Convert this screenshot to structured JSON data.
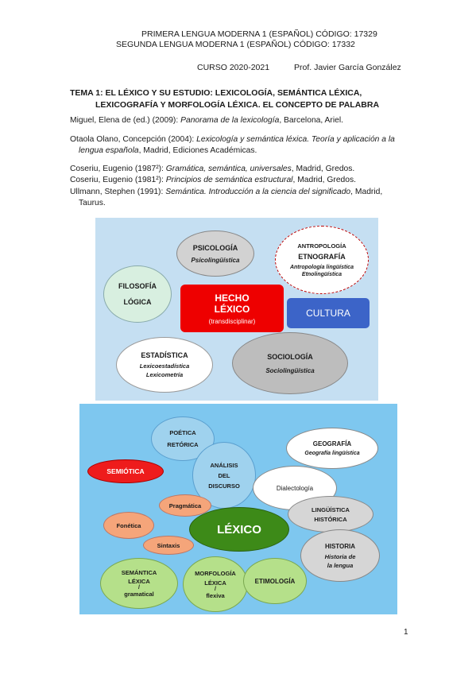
{
  "header": {
    "line1": "PRIMERA LENGUA MODERNA 1 (ESPAÑOL) CÓDIGO: 17329",
    "line2": "SEGUNDA LENGUA MODERNA 1 (ESPAÑOL) CÓDIGO: 17332",
    "course": "CURSO 2020-2021",
    "professor": "Prof. Javier García González"
  },
  "title": {
    "line1": "TEMA 1: EL LÉXICO Y SU ESTUDIO: LEXICOLOGÍA, SEMÁNTICA LÉXICA,",
    "line2": "LEXICOGRAFÍA Y MORFOLOGÍA LÉXICA. EL CONCEPTO DE PALABRA"
  },
  "references": [
    {
      "pre": "Miguel, Elena de (ed.) (2009): ",
      "ital": "Panorama de la lexicología",
      "post": ", Barcelona, Ariel."
    },
    {
      "pre": "Otaola Olano, Concepción (2004): ",
      "ital": "Lexicología y semántica léxica. Teoría y aplicación a la lengua española",
      "post": ", Madrid, Ediciones Académicas."
    },
    {
      "pre": "Coseriu, Eugenio (1987²): ",
      "ital": "Gramática, semántica, universales",
      "post": ", Madrid, Gredos."
    },
    {
      "pre": "Coseriu, Eugenio (1981²): ",
      "ital": "Principios de semántica estructural",
      "post": ", Madrid, Gredos."
    },
    {
      "pre": "Ullmann, Stephen (1991): ",
      "ital": "Semántica. Introducción a la ciencia del significado",
      "post": ", Madrid, Taurus."
    }
  ],
  "diagram1": {
    "background": "#c5dff2",
    "psicologia": {
      "title": "PSICOLOGÍA",
      "sub": "Psicolingüística"
    },
    "antropologia": {
      "title": "ANTROPOLOGÍA",
      "title2": "ETNOGRAFÍA",
      "sub1": "Antropología lingüística",
      "sub2": "Etnolingüística"
    },
    "filosofia": {
      "title": "FILOSOFÍA",
      "sub": "LÓGICA"
    },
    "hecho": {
      "line1": "HECHO",
      "line2": "LÉXICO",
      "line3": "(transdisciplinar)"
    },
    "cultura": {
      "label": "CULTURA"
    },
    "estadistica": {
      "title": "ESTADÍSTICA",
      "sub1": "Lexicoestadística",
      "sub2": "Lexicometría"
    },
    "sociologia": {
      "title": "SOCIOLOGÍA",
      "sub": "Sociolingüística"
    }
  },
  "diagram2": {
    "background": "#7ec7ef",
    "poetica": {
      "line1": "POÉTICA",
      "line2": "RETÓRICA"
    },
    "geografia": {
      "title": "GEOGRAFÍA",
      "sub": "Geografía lingüística"
    },
    "semiotica": {
      "label": "SEMIÓTICA"
    },
    "analisis": {
      "line1": "ANÁLISIS",
      "line2": "DEL",
      "line3": "DISCURSO"
    },
    "dialectologia": {
      "label": "Dialectología"
    },
    "pragmatica": {
      "label": "Pragmática"
    },
    "linguistica_historica": {
      "line1": "LINGÜÍSTICA",
      "line2": "HISTÓRICA"
    },
    "fonetica": {
      "label": "Fonética"
    },
    "lexico": {
      "label": "LÉXICO"
    },
    "sintaxis": {
      "label": "Sintaxis"
    },
    "historia": {
      "title": "HISTORIA",
      "sub1": "Historia de",
      "sub2": "la lengua"
    },
    "semantica": {
      "line1": "SEMÁNTICA",
      "line2": "LÉXICA",
      "line3": "/",
      "line4": "gramatical"
    },
    "morfologia": {
      "line1": "MORFOLOGÍA",
      "line2": "LÉXICA",
      "line3": "/",
      "line4": "flexiva"
    },
    "etimologia": {
      "label": "ETIMOLOGÍA"
    }
  },
  "page_number": "1"
}
